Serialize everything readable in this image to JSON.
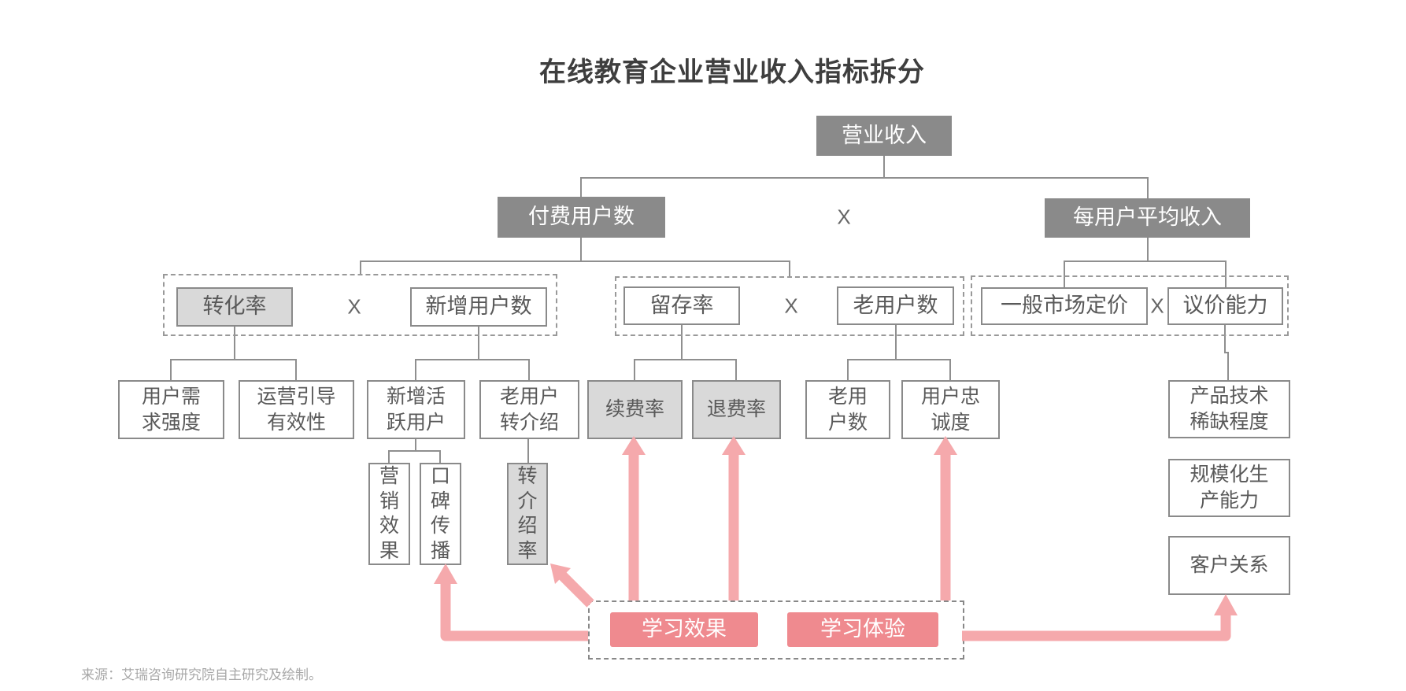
{
  "title": "在线教育企业营业收入指标拆分",
  "source": "来源：艾瑞咨询研究院自主研究及绘制。",
  "multiply_sign": "X",
  "colors": {
    "dark_box": "#8a8a8a",
    "light_gray_box": "#d9d9d9",
    "pink_box": "#ef8a8f",
    "pink_arrow": "#f5a9ac",
    "connector_line": "#8f8f8f"
  },
  "nodes": {
    "revenue": {
      "label": "营业收入"
    },
    "paying_users": {
      "label": "付费用户数"
    },
    "arpu": {
      "label": "每用户平均收入"
    },
    "conversion_rate": {
      "label": "转化率"
    },
    "new_users": {
      "label": "新增用户数"
    },
    "retention_rate": {
      "label": "留存率"
    },
    "old_users": {
      "label": "老用户数"
    },
    "market_pricing": {
      "label": "一般市场定价"
    },
    "bargaining_power": {
      "label": "议价能力"
    },
    "user_demand": {
      "label": "用户需\n求强度"
    },
    "operation_guidance": {
      "label": "运营引导\n有效性"
    },
    "new_active_users": {
      "label": "新增活\n跃用户"
    },
    "old_user_referral": {
      "label": "老用户\n转介绍"
    },
    "renewal_rate": {
      "label": "续费率"
    },
    "refund_rate": {
      "label": "退费率"
    },
    "old_user_count": {
      "label": "老用\n户数"
    },
    "user_loyalty": {
      "label": "用户忠\n诚度"
    },
    "product_scarcity": {
      "label": "产品技术\n稀缺程度"
    },
    "scale_production": {
      "label": "规模化生\n产能力"
    },
    "customer_relationship": {
      "label": "客户关系"
    },
    "marketing_effect": {
      "label": "营\n销\n效\n果"
    },
    "word_of_mouth": {
      "label": "口\n碑\n传\n播"
    },
    "referral_rate": {
      "label": "转\n介\n绍\n率"
    },
    "learning_effect": {
      "label": "学习效果"
    },
    "learning_experience": {
      "label": "学习体验"
    }
  }
}
